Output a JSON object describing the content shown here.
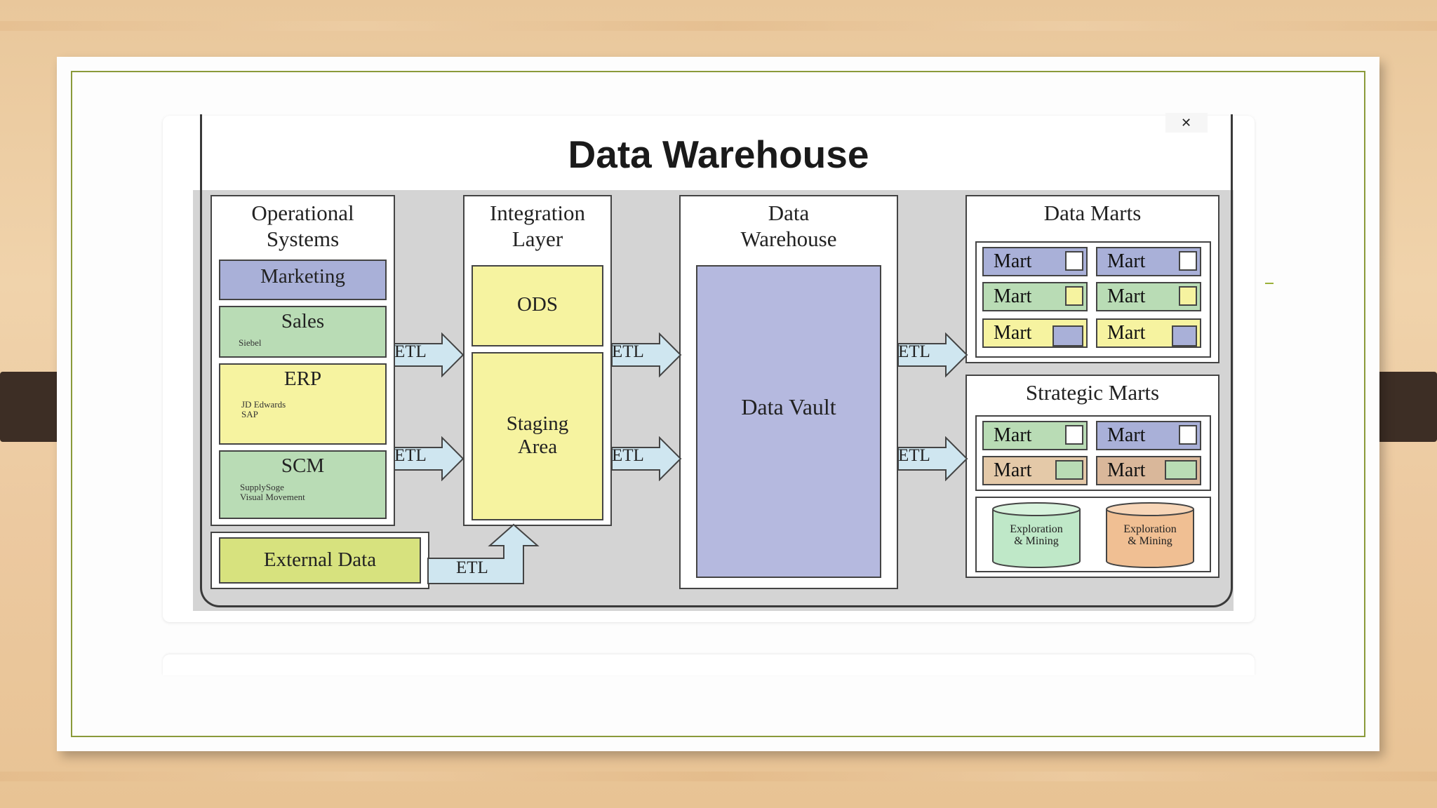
{
  "title": "Data Warehouse",
  "columns": {
    "operational": {
      "heading_line1": "Operational",
      "heading_line2": "Systems",
      "items": [
        {
          "label": "Marketing",
          "sub": ""
        },
        {
          "label": "Sales",
          "sub": "Siebel"
        },
        {
          "label": "ERP",
          "sub": "JD Edwards\nSAP"
        },
        {
          "label": "SCM",
          "sub": "SupplySoge\nVisual Movement"
        }
      ],
      "external": "External Data"
    },
    "integration": {
      "heading_line1": "Integration",
      "heading_line2": "Layer",
      "ods": "ODS",
      "staging_line1": "Staging",
      "staging_line2": "Area"
    },
    "warehouse": {
      "heading_line1": "Data",
      "heading_line2": "Warehouse",
      "vault": "Data Vault"
    },
    "data_marts": {
      "heading": "Data Marts",
      "mart_label": "Mart"
    },
    "strategic_marts": {
      "heading": "Strategic Marts",
      "mart_label": "Mart",
      "exploration": "Exploration\n& Mining"
    }
  },
  "etl_label": "ETL",
  "colors": {
    "marketing": "#a9b0d8",
    "sales": "#b9dcb5",
    "erp": "#f6f3a0",
    "scm": "#b9dcb5",
    "external": "#d7e27e",
    "ods": "#f6f3a0",
    "vault": "#b5b9df",
    "arrow": "#cfe6f0",
    "cyl_green": "#bfe8c8",
    "cyl_orange": "#f0bf93"
  }
}
